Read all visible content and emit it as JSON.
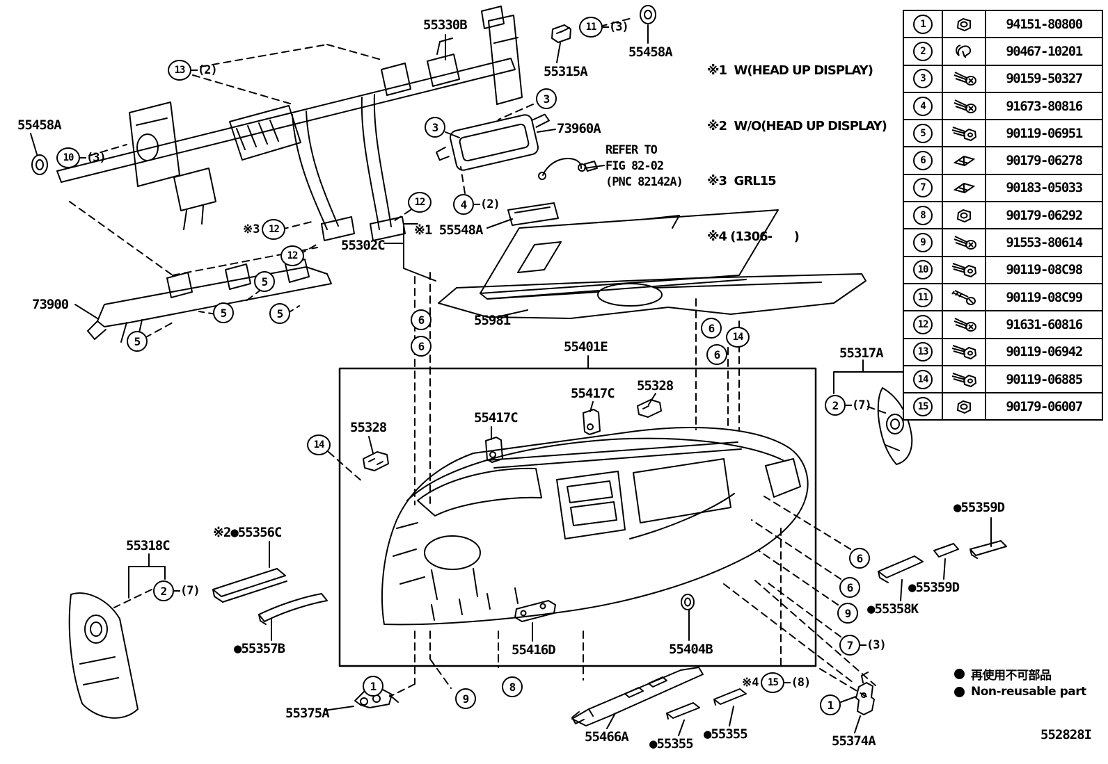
{
  "page": {
    "diagram_code": "552828I"
  },
  "notes": {
    "n1": "※1  W(HEAD UP DISPLAY)",
    "n2": "※2  W/O(HEAD UP DISPLAY)",
    "n3": "※3  GRL15",
    "n4": "※4 (1306-      )"
  },
  "legend": {
    "jp": "再使用不可部品",
    "en": "Non-reusable part"
  },
  "parts_table": {
    "rows": [
      {
        "num": "1",
        "icon": "nut-icon",
        "part": "94151-80800"
      },
      {
        "num": "2",
        "icon": "clip-icon",
        "part": "90467-10201"
      },
      {
        "num": "3",
        "icon": "screw-icon",
        "part": "90159-50327"
      },
      {
        "num": "4",
        "icon": "screw-icon",
        "part": "91673-80816"
      },
      {
        "num": "5",
        "icon": "bolt-icon",
        "part": "90119-06951"
      },
      {
        "num": "6",
        "icon": "clip-nut-icon",
        "part": "90179-06278"
      },
      {
        "num": "7",
        "icon": "clip-nut-icon",
        "part": "90183-05033"
      },
      {
        "num": "8",
        "icon": "nut-icon",
        "part": "90179-06292"
      },
      {
        "num": "9",
        "icon": "screw-icon",
        "part": "91553-80614"
      },
      {
        "num": "10",
        "icon": "bolt-icon",
        "part": "90119-08C98"
      },
      {
        "num": "11",
        "icon": "long-bolt-icon",
        "part": "90119-08C99"
      },
      {
        "num": "12",
        "icon": "screw-icon",
        "part": "91631-60816"
      },
      {
        "num": "13",
        "icon": "bolt-icon",
        "part": "90119-06942"
      },
      {
        "num": "14",
        "icon": "bolt-icon",
        "part": "90119-06885"
      },
      {
        "num": "15",
        "icon": "nut-icon",
        "part": "90179-06007"
      }
    ]
  },
  "labels": {
    "l55330b": "55330B",
    "l55315a": "55315A",
    "l55458a_top": "55458A",
    "l55458a_left": "55458A",
    "l73960a": "73960A",
    "refer_line1": "REFER TO",
    "refer_line2": "FIG 82-02",
    "refer_line3": "(PNC 82142A)",
    "l55302c": "55302C",
    "l55548a": "※1 55548A",
    "l73900": "73900",
    "l55981": "55981",
    "l55401e": "55401E",
    "l55417c_r": "55417C",
    "l55328_r": "55328",
    "l55328_l": "55328",
    "l55417c_l": "55417C",
    "l55317a": "55317A",
    "l55318c": "55318C",
    "l55356c": "※2●55356C",
    "l55357b": "●55357B",
    "l55359d_top": "●55359D",
    "l55359d_mid": "●55359D",
    "l55358k": "●55358K",
    "l55416d": "55416D",
    "l55404b": "55404B",
    "l55375a": "55375A",
    "l55466a": "55466A",
    "l55355_l": "●55355",
    "l55355_r": "●55355",
    "l55374a": "55374A"
  },
  "callouts": {
    "c13": {
      "num": "13",
      "qty": "(2)"
    },
    "c10": {
      "num": "10",
      "qty": "(3)"
    },
    "c11": {
      "num": "11",
      "qty": "(3)"
    },
    "c3a": {
      "num": "3"
    },
    "c3b": {
      "num": "3"
    },
    "c4": {
      "num": "4",
      "qty": "(2)"
    },
    "c12a": {
      "num": "12"
    },
    "c12b": {
      "num": "12",
      "pre": "※3"
    },
    "c12c": {
      "num": "12"
    },
    "c5a": {
      "num": "5"
    },
    "c5b": {
      "num": "5"
    },
    "c5c": {
      "num": "5"
    },
    "c5d": {
      "num": "5"
    },
    "c6a": {
      "num": "6"
    },
    "c6b": {
      "num": "6"
    },
    "c6c": {
      "num": "6"
    },
    "c14a": {
      "num": "14"
    },
    "c6d": {
      "num": "6"
    },
    "c14b": {
      "num": "14"
    },
    "c2a": {
      "num": "2",
      "qty": "(7)"
    },
    "c2b": {
      "num": "2",
      "qty": "(7)"
    },
    "c1a": {
      "num": "1"
    },
    "c9a": {
      "num": "9"
    },
    "c8": {
      "num": "8"
    },
    "c6e": {
      "num": "6"
    },
    "c6f": {
      "num": "6"
    },
    "c9b": {
      "num": "9"
    },
    "c7": {
      "num": "7",
      "qty": "(3)"
    },
    "c15": {
      "num": "15",
      "qty": "(8)",
      "pre": "※4"
    },
    "c1b": {
      "num": "1"
    }
  }
}
